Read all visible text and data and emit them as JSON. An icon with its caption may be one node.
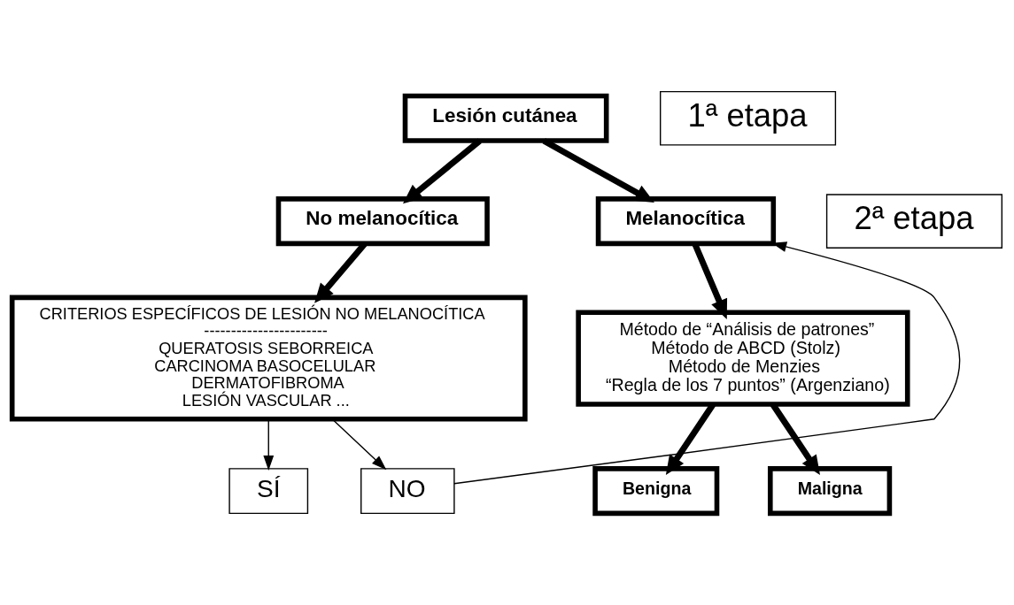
{
  "diagram": {
    "nodes": [
      {
        "text": [
          "Lesión cutánea"
        ]
      },
      {
        "text": [
          "1ª etapa"
        ]
      },
      {
        "text": [
          "No melanocítica"
        ]
      },
      {
        "text": [
          "Melanocítica"
        ]
      },
      {
        "text": [
          "2ª etapa"
        ]
      },
      {
        "text": [
          "CRITERIOS ESPECÍFICOS DE LESIÓN NO MELANOCÍTICA",
          "-----------------------",
          "QUERATOSIS SEBORREICA",
          "CARCINOMA BASOCELULAR",
          "DERMATOFIBROMA",
          "LESIÓN VASCULAR ..."
        ]
      },
      {
        "text": [
          "Método de “Análisis de patrones”",
          "Método de ABCD (Stolz)",
          "Método de Menzies",
          "“Regla de los 7 puntos” (Argenziano)"
        ]
      },
      {
        "text": [
          "SÍ"
        ]
      },
      {
        "text": [
          "NO"
        ]
      },
      {
        "text": [
          "Benigna"
        ]
      },
      {
        "text": [
          "Maligna"
        ]
      }
    ],
    "edges": [
      {
        "from": 0,
        "to": 2,
        "arrow": "to"
      },
      {
        "from": 0,
        "to": 3,
        "arrow": "to"
      },
      {
        "from": 2,
        "to": 5,
        "arrow": "to"
      },
      {
        "from": 3,
        "to": 6,
        "arrow": "to"
      },
      {
        "from": 5,
        "to": 7,
        "arrow": "to"
      },
      {
        "from": 5,
        "to": 8,
        "arrow": "to"
      },
      {
        "from": 8,
        "to": 3,
        "arrow": "to"
      },
      {
        "from": 6,
        "to": 9,
        "arrow": "to"
      },
      {
        "from": 6,
        "to": 10,
        "arrow": "to"
      }
    ]
  }
}
